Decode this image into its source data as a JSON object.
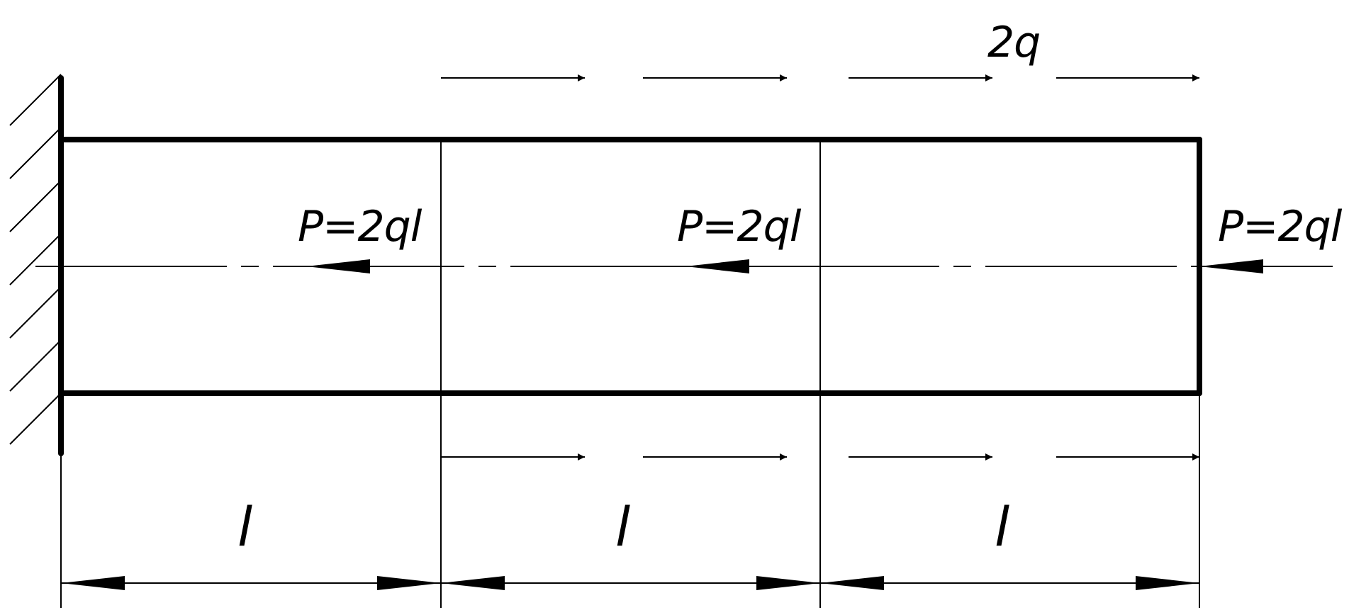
{
  "diagram": {
    "loads": [
      {
        "label": "P=2ql"
      },
      {
        "label": "P=2ql"
      },
      {
        "label": "P=2ql"
      }
    ],
    "distributed_load": {
      "label": "2q"
    },
    "dimensions": [
      {
        "label": "l"
      },
      {
        "label": "l"
      },
      {
        "label": "l"
      }
    ]
  }
}
